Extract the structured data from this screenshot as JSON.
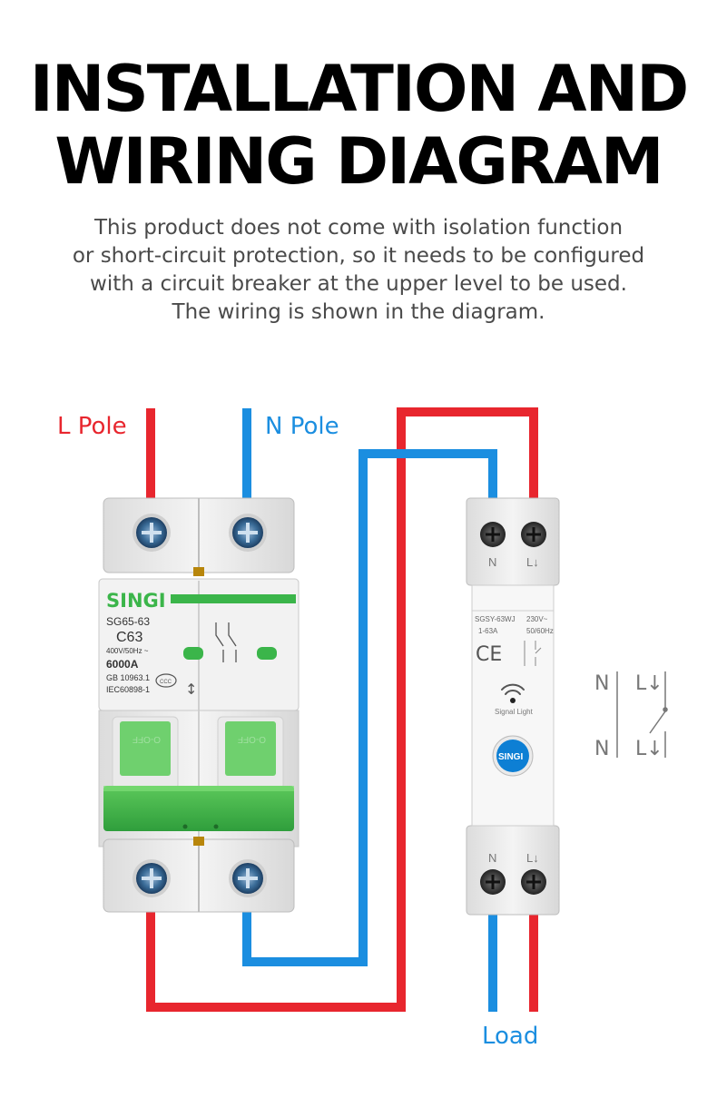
{
  "header": {
    "title_line1": "INSTALLATION AND",
    "title_line2": "WIRING DIAGRAM",
    "description": [
      "This product does not come with isolation function",
      "or short-circuit protection, so it needs to be configured",
      "with a circuit breaker at the upper level to be used.",
      "The wiring is shown in the diagram."
    ]
  },
  "labels": {
    "l_pole": "L Pole",
    "n_pole": "N Pole",
    "load": "Load"
  },
  "breaker": {
    "brand": "SINGI",
    "model": "SG65-63",
    "rating": "C63",
    "voltage": "400V/50Hz ~",
    "capacity": "6000A",
    "standard1": "GB 10963.1",
    "standard2": "IEC60898-1",
    "off_label": "O-OFF"
  },
  "smart_switch": {
    "top_n": "N",
    "top_l": "L↓",
    "model": "SGSY-63WJ",
    "voltage": "230V~",
    "current": "1-63A",
    "frequency": "50/60Hz",
    "ce_mark": "CE",
    "signal_label": "Signal Light",
    "logo": "SINGI",
    "bottom_n": "N",
    "bottom_l": "L↓"
  },
  "schematic": {
    "n": "N",
    "l": "L↓"
  },
  "colors": {
    "live_wire": "#e8262e",
    "neutral_wire": "#1b8ee0",
    "breaker_green": "#3bb54a",
    "device_body": "#eeeeee"
  }
}
